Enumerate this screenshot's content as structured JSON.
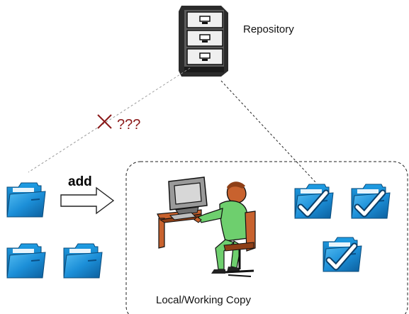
{
  "labels": {
    "repository": "Repository",
    "unknown": "???",
    "add": "add",
    "local_copy": "Local/Working Copy"
  },
  "colors": {
    "unknown_text": "#8b1a1a",
    "folder_blue": "#1a8fd6",
    "folder_dark": "#0b5a92",
    "check_white": "#ffffff",
    "person_green": "#6ecf6e",
    "person_skin": "#c8622e",
    "cabinet_gray": "#bdbdbd"
  },
  "icons": {
    "repository": "file-cabinet-icon",
    "blocked": "x-mark-icon",
    "plain_folder": "folder-icon",
    "tracked_folder": "folder-check-icon",
    "user": "person-computer-icon",
    "arrow": "outline-arrow-icon"
  }
}
